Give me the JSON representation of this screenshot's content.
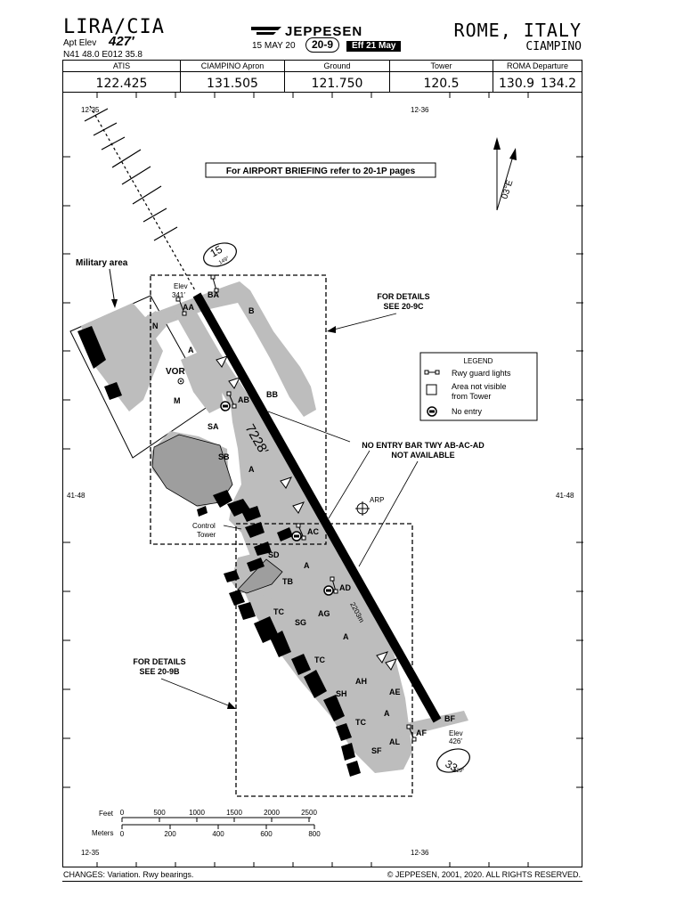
{
  "header": {
    "ident": "LIRA/CIA",
    "apt_elev_label": "Apt Elev",
    "apt_elev_value": "427′",
    "coords": "N41 48.0  E012 35.8",
    "brand": "JEPPESEN",
    "date": "15 MAY 20",
    "chart_no": "20-9",
    "effective": "Eff 21 May",
    "city": "ROME, ITALY",
    "airport": "CIAMPINO"
  },
  "frequencies": [
    {
      "label": "ATIS",
      "value": "122.425"
    },
    {
      "label": "CIAMPINO Apron",
      "value": "131.505"
    },
    {
      "label": "Ground",
      "value": "121.750"
    },
    {
      "label": "Tower",
      "value": "120.5"
    },
    {
      "label": "ROMA Departure",
      "value": "130.9",
      "value2": "134.2"
    }
  ],
  "map": {
    "lon_left_top": "12-35",
    "lon_mid_top": "12-36",
    "lon_left_bottom": "12-35",
    "lon_mid_bottom": "12-36",
    "lat_left": "41-48",
    "lat_right": "41-48",
    "briefing": "For AIRPORT BRIEFING refer to 20-1P pages",
    "variation": "03°E",
    "military_area": "Military area",
    "details_c_1": "FOR DETAILS",
    "details_c_2": "SEE 20-9C",
    "details_b_1": "FOR DETAILS",
    "details_b_2": "SEE 20-9B",
    "no_entry_1": "NO ENTRY BAR TWY AB-AC-AD",
    "no_entry_2": "NOT AVAILABLE",
    "runway_length": "7228′",
    "runway_length_m": "2203m",
    "rwy15": "15",
    "rwy15_brg": "149°",
    "rwy33": "33",
    "rwy33_brg": "329°",
    "elev_top_1": "Elev",
    "elev_top_2": "341′",
    "elev_bot_1": "Elev",
    "elev_bot_2": "426′",
    "arp": "ARP",
    "vor": "VOR",
    "control_tower_1": "Control",
    "control_tower_2": "Tower",
    "legend": {
      "title": "LEGEND",
      "guard_lights": "Rwy guard lights",
      "not_visible_1": "Area not visible",
      "not_visible_2": "from Tower",
      "no_entry": "No entry"
    },
    "twy": {
      "BA": "BA",
      "AA": "AA",
      "B": "B",
      "N": "N",
      "A1": "A",
      "M": "M",
      "BB": "BB",
      "AB": "AB",
      "SA": "SA",
      "SB": "SB",
      "A2": "A",
      "AC": "AC",
      "SD": "SD",
      "A3": "A",
      "TB": "TB",
      "AD": "AD",
      "TC1": "TC",
      "SG": "SG",
      "AG": "AG",
      "A4": "A",
      "TC2": "TC",
      "AH": "AH",
      "SH": "SH",
      "AE": "AE",
      "TC3": "TC",
      "A5": "A",
      "AF": "AF",
      "BF": "BF",
      "AL": "AL",
      "SF": "SF"
    },
    "scale": {
      "feet_label": "Feet",
      "feet_ticks": [
        "0",
        "500",
        "1000",
        "1500",
        "2000",
        "2500"
      ],
      "meters_label": "Meters",
      "meter_ticks": [
        "0",
        "200",
        "400",
        "600",
        "800"
      ]
    }
  },
  "footer": {
    "changes": "CHANGES:  Variation. Rwy bearings.",
    "copyright": "© JEPPESEN, 2001, 2020. ALL RIGHTS RESERVED."
  }
}
